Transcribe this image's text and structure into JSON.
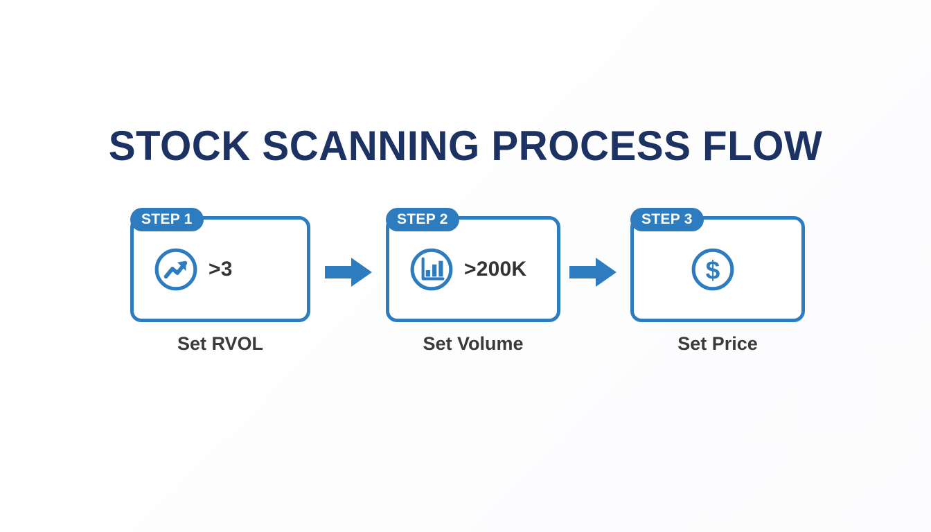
{
  "page": {
    "title": "STOCK SCANNING PROCESS FLOW",
    "background_color": "#ffffff",
    "accent_color": "#2d7cc0",
    "title_color": "#1c3263",
    "caption_color": "#3a3a3a",
    "value_color": "#333333"
  },
  "steps": [
    {
      "badge": "STEP 1",
      "icon": "trending-up-circle-icon",
      "value": ">3",
      "caption": "Set RVOL"
    },
    {
      "badge": "STEP 2",
      "icon": "bar-chart-circle-icon",
      "value": ">200K",
      "caption": "Set Volume"
    },
    {
      "badge": "STEP 3",
      "icon": "dollar-circle-icon",
      "value": "",
      "caption": "Set Price"
    }
  ],
  "connectors": [
    {
      "icon": "arrow-right-icon"
    },
    {
      "icon": "arrow-right-icon"
    }
  ]
}
